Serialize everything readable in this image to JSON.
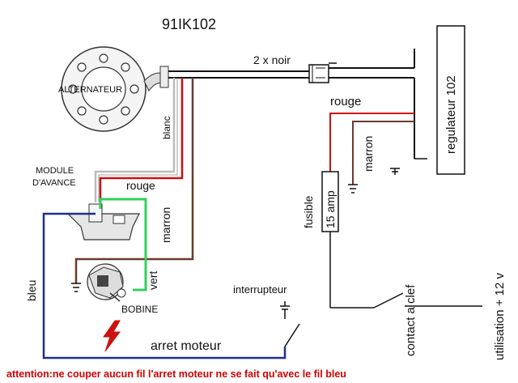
{
  "title": "91IK102",
  "labels": {
    "alternator": "ALTERNATEUR",
    "regulator": "regulateur 102",
    "two_black": "2 x noir",
    "rouge_top": "rouge",
    "marron_reg": "marron",
    "blanc": "blanc",
    "module_line1": "MODULE",
    "module_line2": "D'AVANCE",
    "rouge_mid": "rouge",
    "marron_mid": "marron",
    "fusible": "fusible",
    "fuse_rating": "15 amp",
    "bleu": "bleu",
    "vert": "vert",
    "bobine": "BOBINE",
    "interrupteur": "interrupteur",
    "arret_moteur": "arret moteur",
    "contact_clef": "contact a clef",
    "utilisation": "utilisation + 12 v",
    "warning": "attention:ne couper aucun fil l'arret moteur ne se fait qu'avec le fil bleu"
  },
  "colors": {
    "black": "#111111",
    "red": "#cc1111",
    "brown": "#6b3a2a",
    "blue": "#1f2f8a",
    "green": "#2fd05a",
    "white_wire": "#bbbbbb",
    "warning_text": "#d10000"
  }
}
